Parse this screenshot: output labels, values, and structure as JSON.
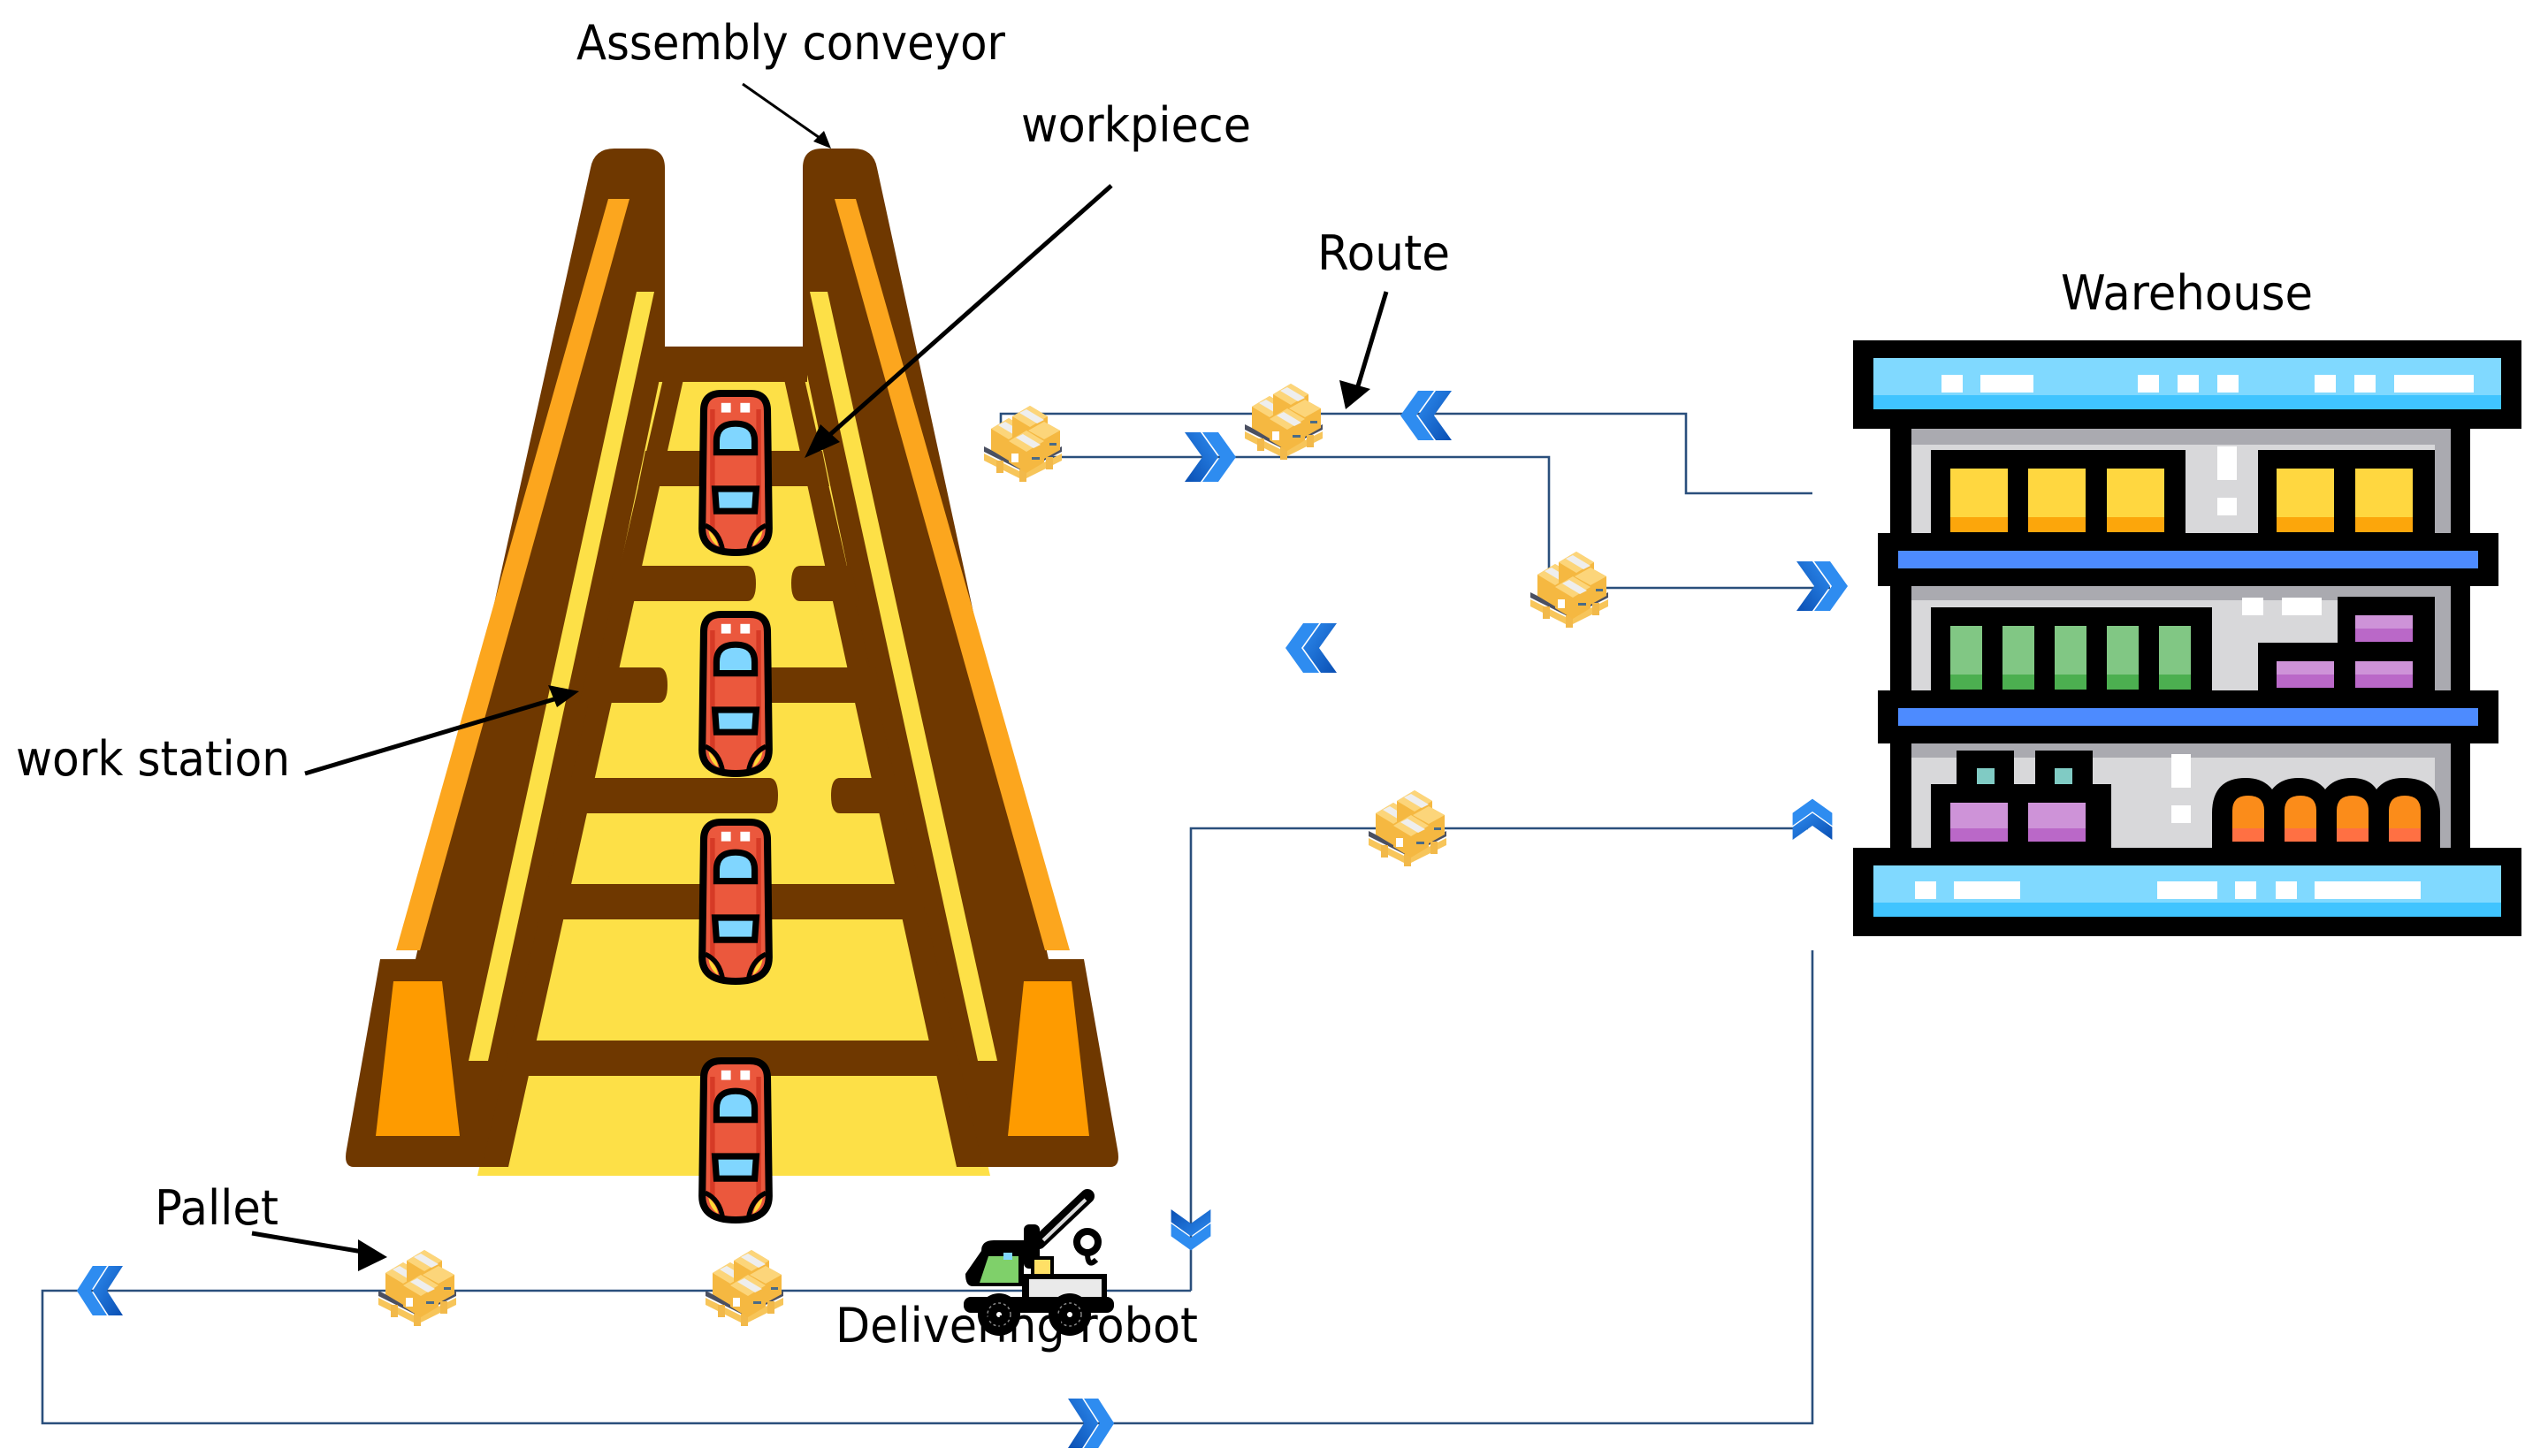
{
  "title": "Assembly line with delivering robot and warehouse",
  "labels": {
    "assembly_conveyor": "Assembly conveyor",
    "workpiece": "workpiece",
    "route": "Route",
    "warehouse": "Warehouse",
    "work_station": "work station",
    "pallet": "Pallet",
    "delivering_robot": "Delivering robot"
  },
  "icons": {
    "conveyor": "assembly-conveyor-icon",
    "car": "car-workpiece-icon",
    "pallet": "pallet-boxes-icon",
    "robot": "tow-truck-robot-icon",
    "warehouse": "warehouse-shelf-icon",
    "chevron_right": "double-chevron-right-icon",
    "chevron_left": "double-chevron-left-icon",
    "chevron_up": "double-chevron-up-icon",
    "chevron_down": "double-chevron-down-icon"
  },
  "colors": {
    "route_line": "#2a4f7c",
    "chevron_light": "#2e8cf0",
    "chevron_dark": "#0a4fb3",
    "conveyor_brown": "#6f3800",
    "conveyor_orange": "#fca61e",
    "conveyor_yellow": "#fde047",
    "car_red": "#eb583d",
    "window_blue": "#80d6ff",
    "shelf_blue": "#4d8bff",
    "sign_cyan": "#80d9ff"
  },
  "workpiece_count": 4,
  "pallet_count": 6
}
